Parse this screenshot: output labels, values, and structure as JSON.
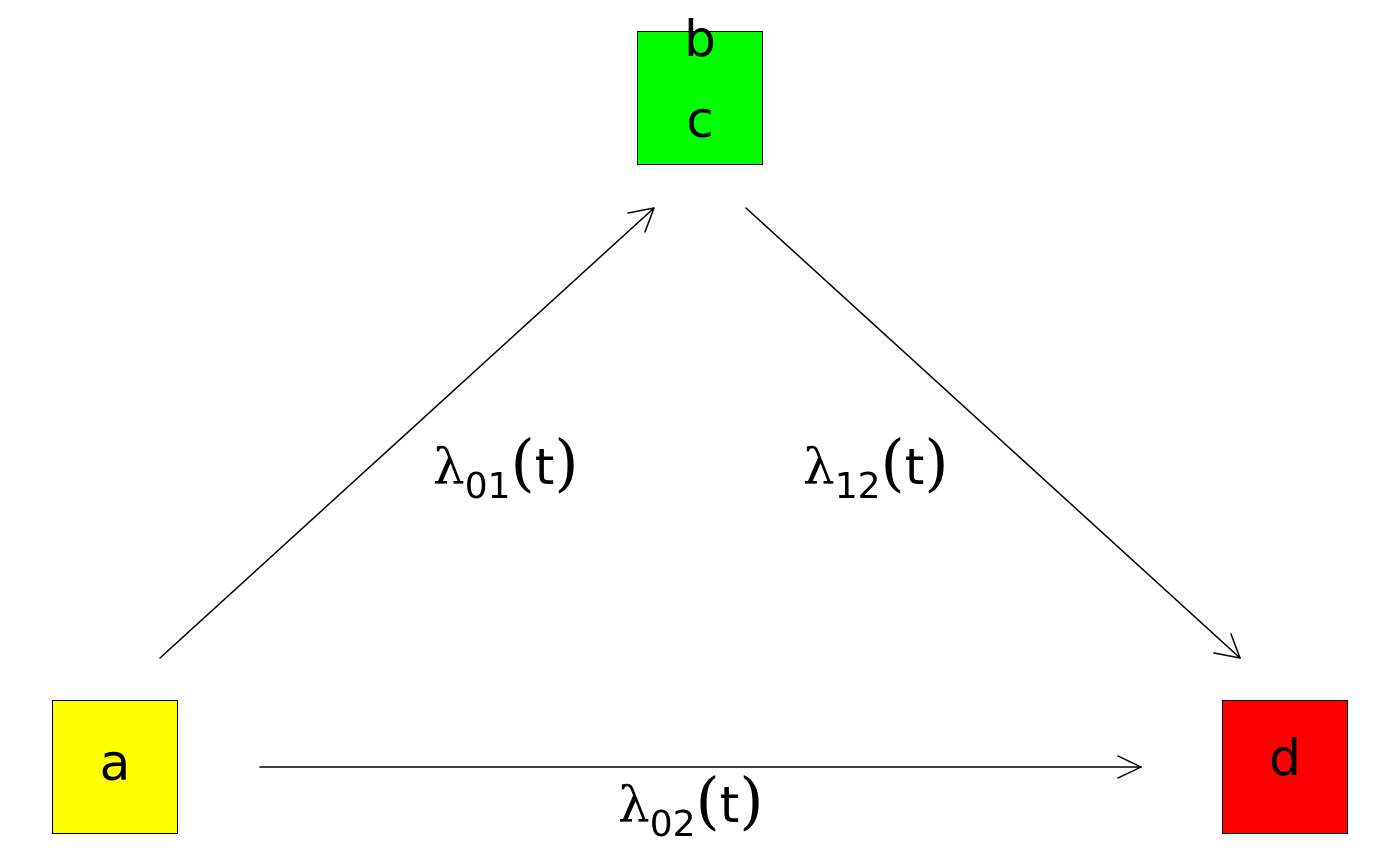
{
  "states": {
    "a": {
      "label": "a",
      "fill": "#ffff00"
    },
    "bc": {
      "label_top": "b",
      "label_bottom": "c",
      "fill": "#00ff00"
    },
    "d": {
      "label": "d",
      "fill": "#ff0000"
    }
  },
  "transitions": {
    "t01": {
      "symbol": "λ",
      "subscript": "01",
      "argument": "t"
    },
    "t12": {
      "symbol": "λ",
      "subscript": "12",
      "argument": "t"
    },
    "t02": {
      "symbol": "λ",
      "subscript": "02",
      "argument": "t"
    }
  },
  "colors": {
    "line": "#000000",
    "background": "#ffffff"
  }
}
